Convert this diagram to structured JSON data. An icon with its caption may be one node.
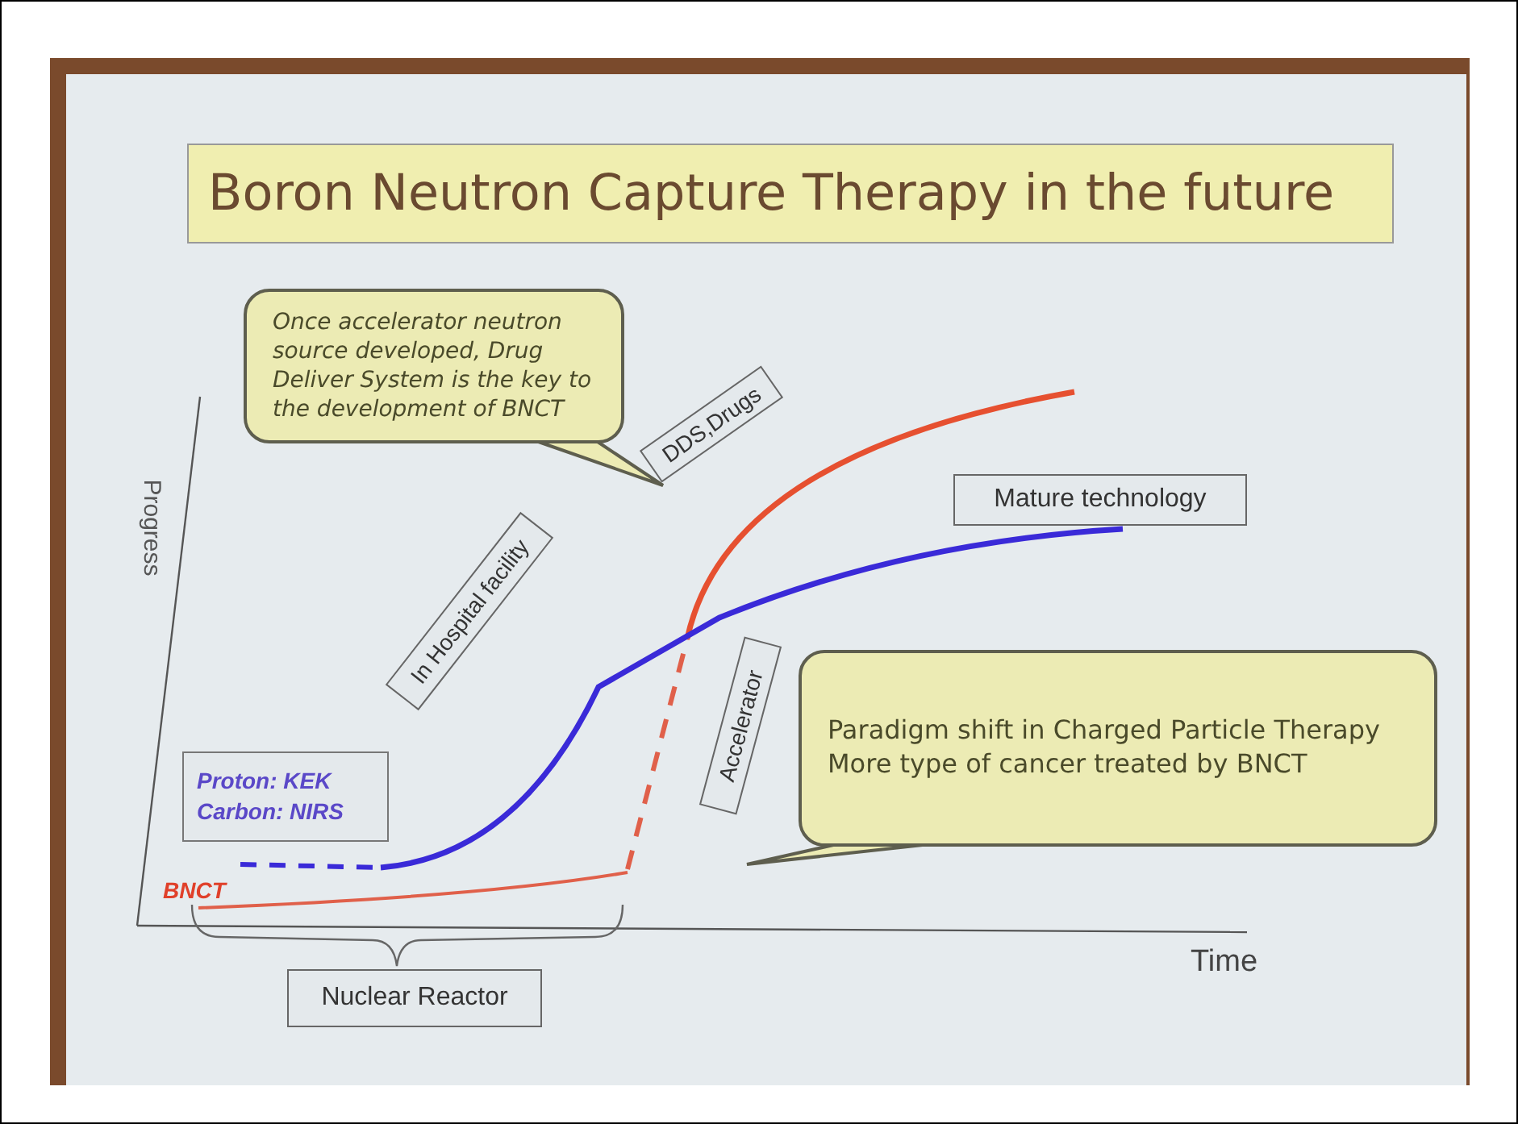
{
  "diagram": {
    "title": "Boron Neutron Capture Therapy in the future",
    "nodes": [
      {
        "text": [
          "Once accelerator neutron source developed, Drug Deliver System is the key to the development of BNCT"
        ]
      },
      {
        "text": [
          "DDS,Drugs"
        ]
      },
      {
        "text": [
          "Mature technology"
        ]
      },
      {
        "text": [
          "In Hospital facility"
        ]
      },
      {
        "text": [
          "Proton: KEK",
          "Carbon: NIRS"
        ]
      },
      {
        "text": [
          "Accelerator"
        ]
      },
      {
        "text": [
          "Paradigm shift in Charged Particle Therapy",
          "More  type of cancer treated by BNCT"
        ]
      },
      {
        "text": [
          "Nuclear Reactor"
        ]
      }
    ],
    "labels": [
      "Progress",
      "BNCT",
      "Time"
    ]
  }
}
